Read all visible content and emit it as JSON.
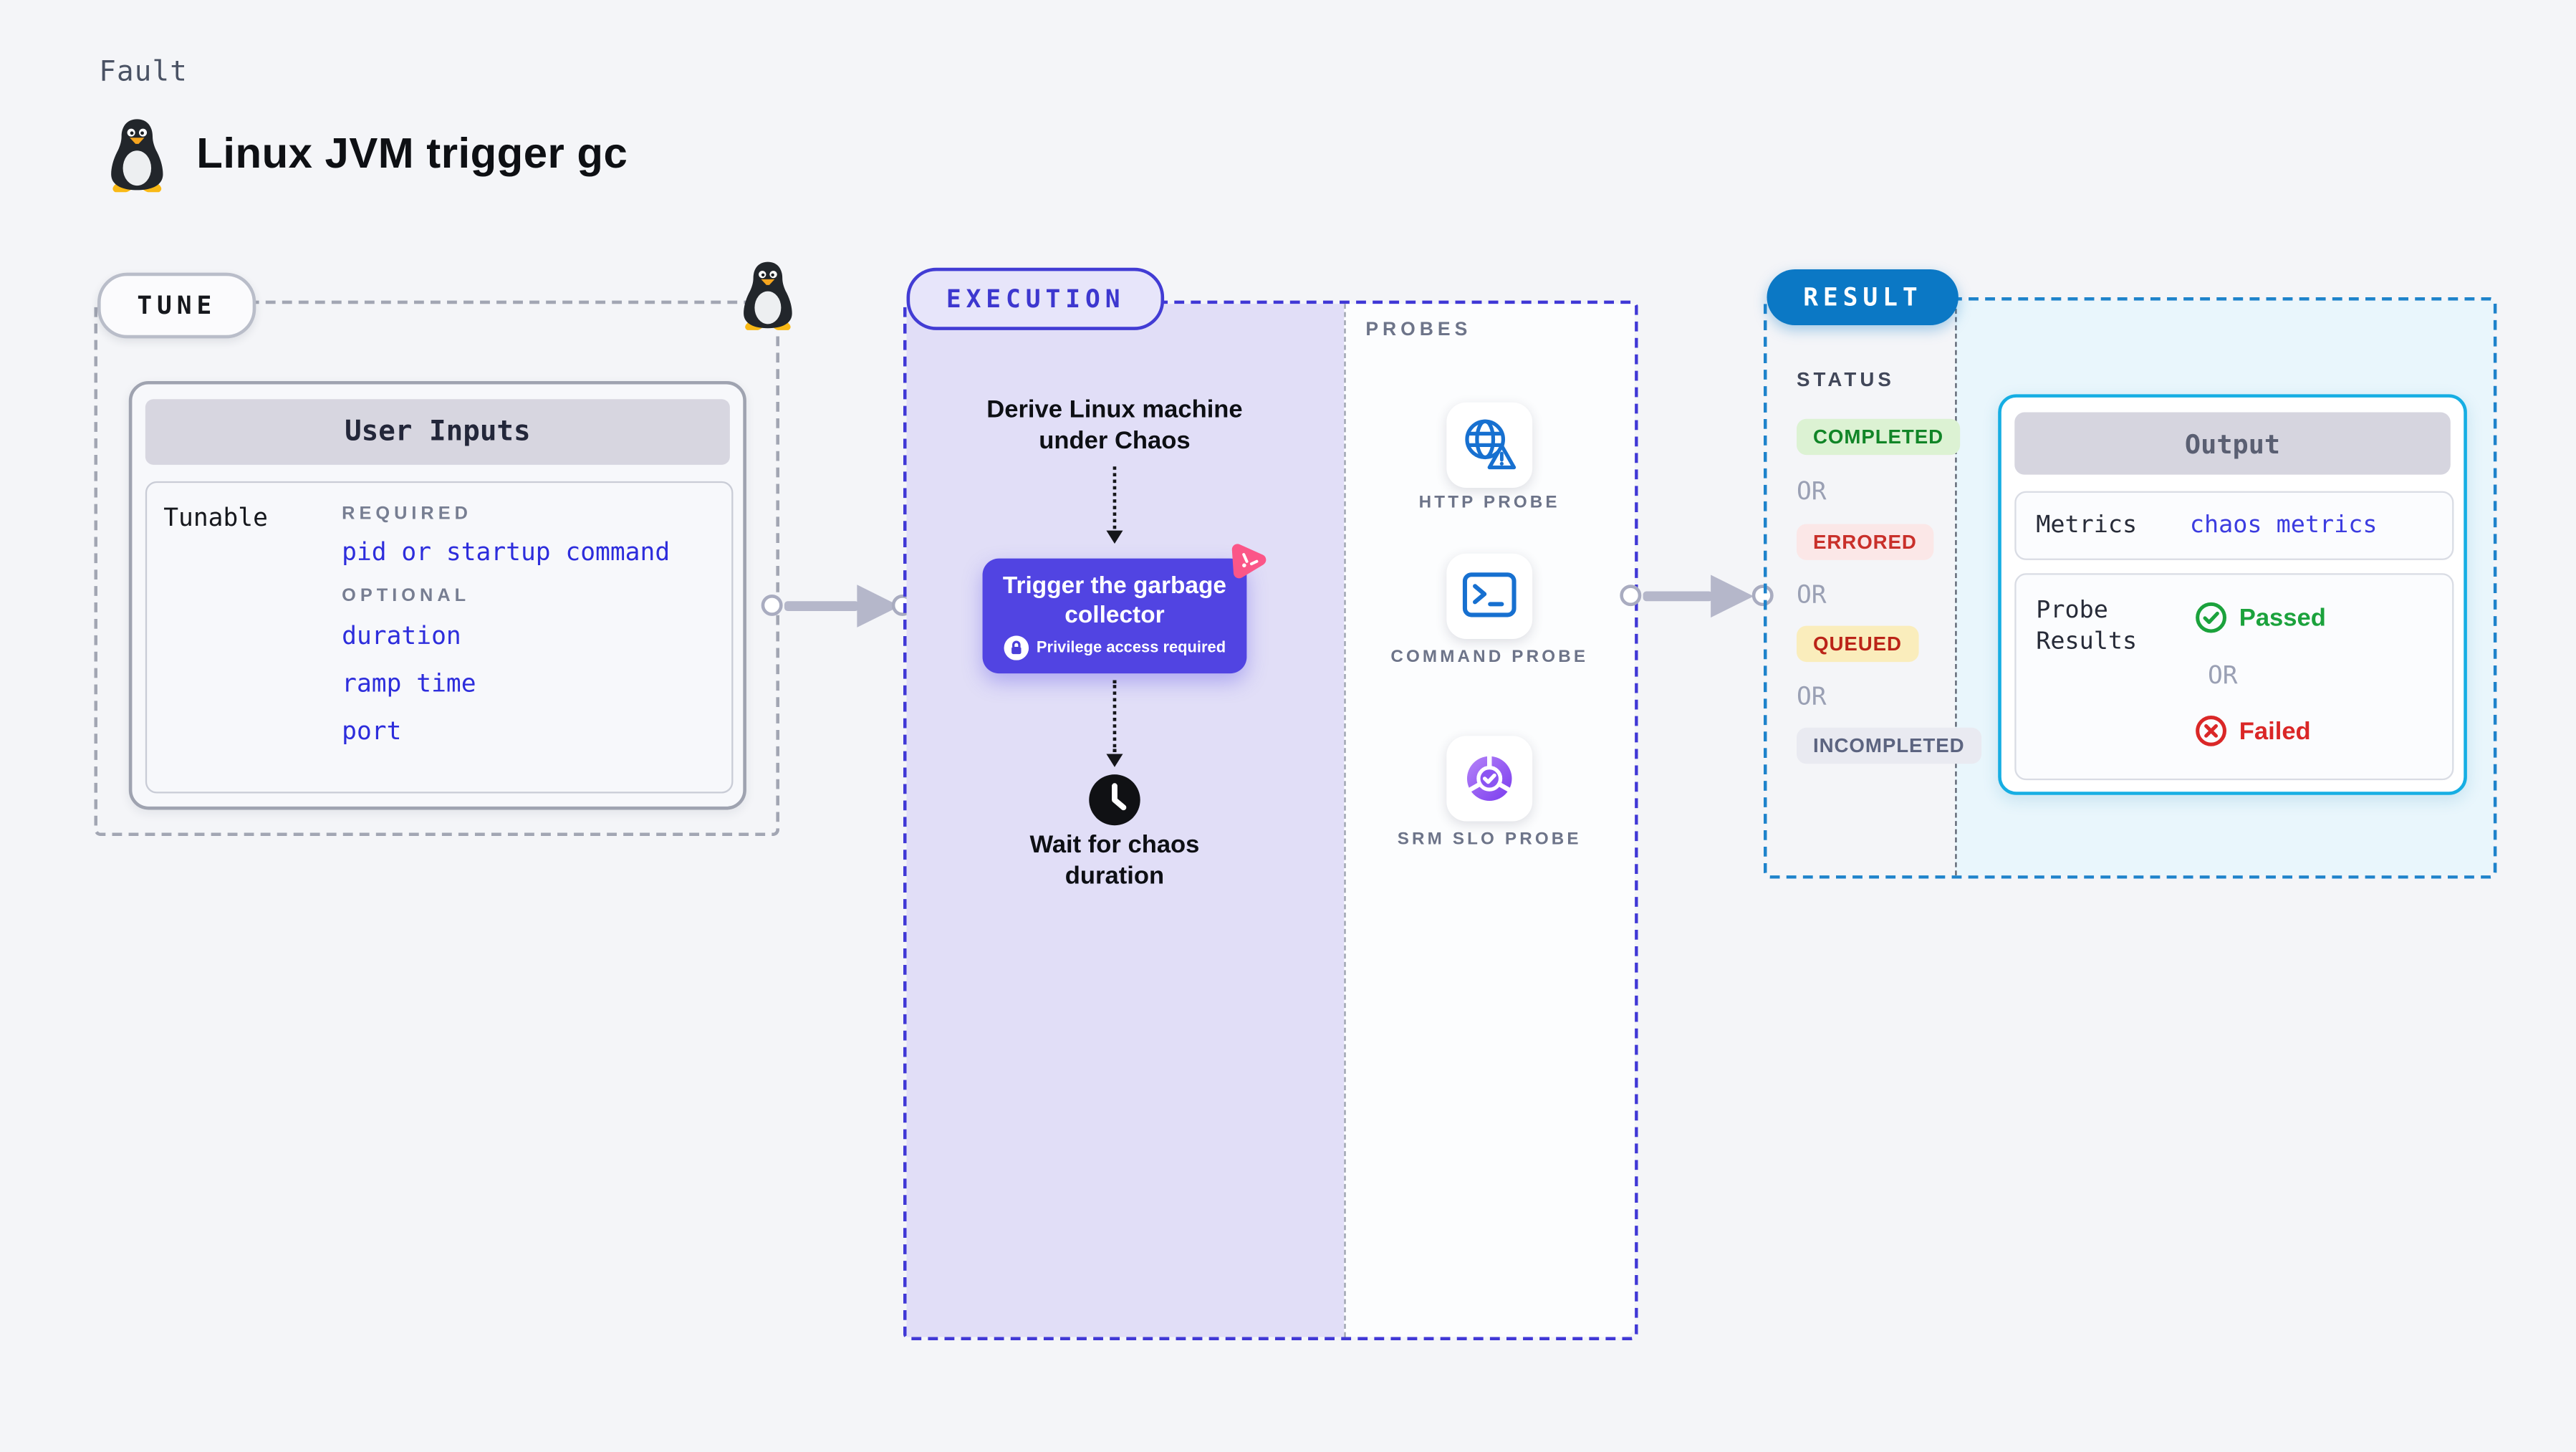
{
  "header": {
    "eyebrow": "Fault",
    "title": "Linux JVM trigger gc",
    "icon": "linux-tux-icon"
  },
  "tune": {
    "pill": "TUNE",
    "user_inputs": {
      "title": "User Inputs",
      "row_label": "Tunable",
      "required_label": "REQUIRED",
      "required_links": [
        "pid or startup command"
      ],
      "optional_label": "OPTIONAL",
      "optional_links": [
        "duration",
        "ramp time",
        "port"
      ]
    }
  },
  "execution": {
    "pill": "EXECUTION",
    "derive_text": "Derive Linux machine under Chaos",
    "action": {
      "title": "Trigger the garbage collector",
      "badge": "Privilege access required",
      "badge_icon": "lock-icon",
      "corner_icon": "chaos-pink-icon"
    },
    "wait_icon": "clock-icon",
    "wait_text": "Wait for chaos duration",
    "probes": {
      "label": "PROBES",
      "items": [
        {
          "label": "HTTP PROBE",
          "icon": "globe-alert-icon"
        },
        {
          "label": "COMMAND PROBE",
          "icon": "terminal-icon"
        },
        {
          "label": "SRM SLO PROBE",
          "icon": "slo-gauge-icon"
        }
      ]
    }
  },
  "result": {
    "pill": "RESULT",
    "status_label": "STATUS",
    "or_label": "OR",
    "statuses": [
      {
        "label": "COMPLETED",
        "type": "success",
        "bg": "#dcf2d3",
        "text_color": "#118527"
      },
      {
        "label": "ERRORED",
        "type": "error",
        "bg": "#fbe7e7",
        "text_color": "#c9302a"
      },
      {
        "label": "QUEUED",
        "type": "warning",
        "bg": "#faedbc",
        "text_color": "#bb2418"
      },
      {
        "label": "INCOMPLETED",
        "type": "neutral",
        "bg": "#e9eaf1",
        "text_color": "#5c6480"
      }
    ],
    "output": {
      "title": "Output",
      "metrics_label": "Metrics",
      "metrics_value": "chaos metrics",
      "probe_results_label": "Probe Results",
      "passed_label": "Passed",
      "passed_icon": "check-circle-icon",
      "failed_label": "Failed",
      "failed_icon": "x-circle-icon"
    }
  },
  "colors": {
    "page_bg": "#f4f5f8",
    "accent_indigo": "#4038d6",
    "execution_fill": "#e1def7",
    "action_purple": "#5144e2",
    "chaos_pink": "#fb5688",
    "result_blue": "#0b78c5",
    "result_fill": "#e9f6fc",
    "output_border_cyan": "#16aee3",
    "link_blue": "#2d2ddc",
    "success_green": "#1ba23c",
    "error_red": "#da2727",
    "probe_icon_blue": "#1770d0",
    "slo_purple": "#8b55f2",
    "header_bar_gray": "#d7d6e0"
  }
}
